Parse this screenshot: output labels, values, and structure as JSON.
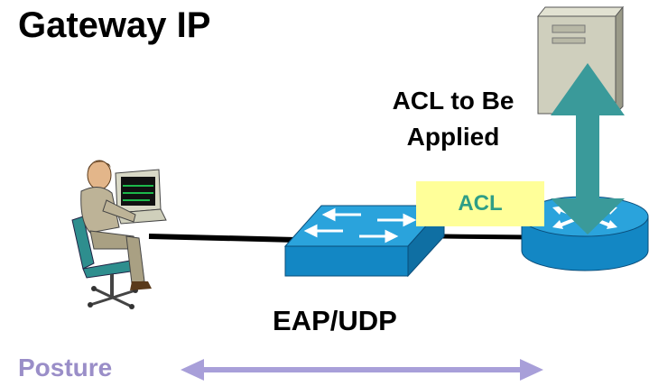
{
  "title": "Gateway IP",
  "acl_caption": {
    "line1": "ACL to Be",
    "line2": "Applied"
  },
  "acl_box_label": "ACL",
  "protocol_label": "EAP/UDP",
  "posture_label": "Posture",
  "colors": {
    "switch": "#1a9ad6",
    "router": "#1a9ad6",
    "teal_arrow": "#3a9a9a",
    "posture_arrow": "#a89fd9",
    "acl_box": "#ffff99",
    "acl_text": "#2e9e86",
    "link": "#000000"
  },
  "icons": [
    "user-at-workstation-icon",
    "switch-icon",
    "router-icon",
    "server-icon"
  ]
}
